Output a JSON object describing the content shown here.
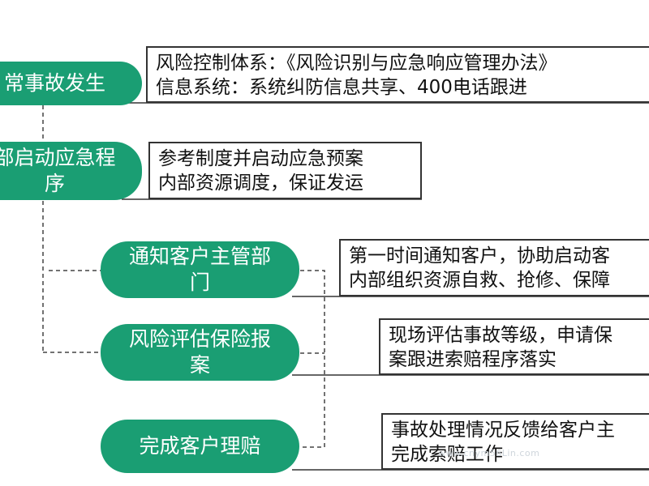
{
  "steps": [
    {
      "label": "常事故发生",
      "notes": [
        "风险控制体系：《风险识别与应急响应管理办法》",
        "信息系统：系统纠防信息共享、400电话跟进"
      ]
    },
    {
      "label": "部启动应急程\n序",
      "notes": [
        "参考制度并启动应急预案",
        "内部资源调度，保证发运"
      ]
    },
    {
      "label": "通知客户主管部\n门",
      "notes": [
        "第一时间通知客户，协助启动客",
        "内部组织资源自救、抢修、保障"
      ]
    },
    {
      "label": "风险评估保险报\n案",
      "notes": [
        "现场评估事故等级，申请保",
        "案跟进索赔程序落实"
      ]
    },
    {
      "label": "完成客户理赔",
      "notes": [
        "事故处理情况反馈给客户主",
        "完成索赔工作"
      ]
    }
  ],
  "watermark": "www.cnym56Lin.com",
  "colors": {
    "pill": "#1a9e73",
    "border": "#333333",
    "connector": "#444444"
  }
}
